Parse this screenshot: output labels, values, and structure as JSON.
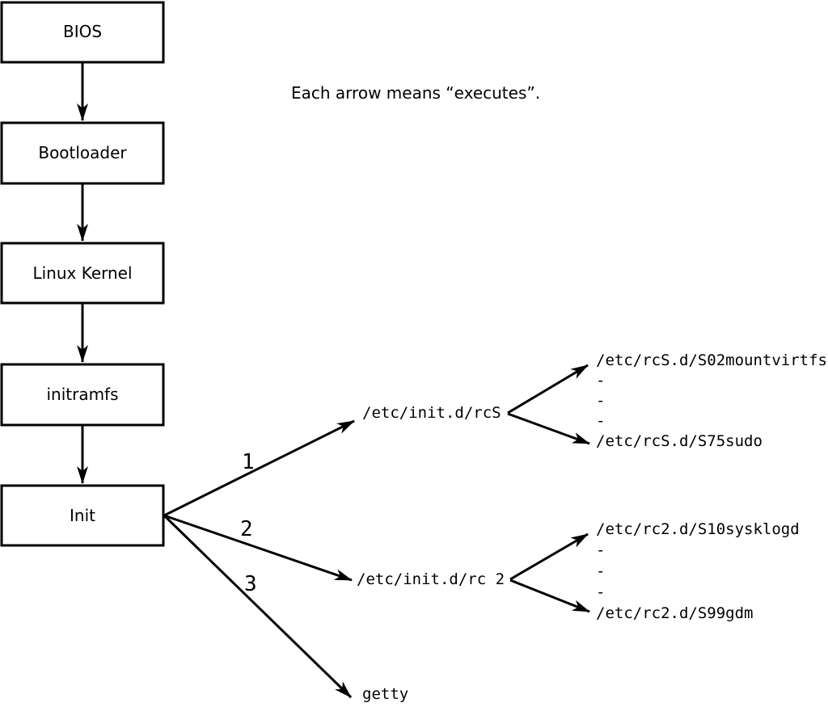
{
  "diagram": {
    "note": "Each arrow means “executes”.",
    "boxes": [
      {
        "label": "BIOS"
      },
      {
        "label": "Bootloader"
      },
      {
        "label": "Linux Kernel"
      },
      {
        "label": "initramfs"
      },
      {
        "label": "Init"
      }
    ],
    "branches": [
      {
        "number": "1",
        "target": "/etc/init.d/rcS",
        "children": [
          "/etc/rcS.d/S02mountvirtfs",
          "-",
          "-",
          "-",
          "/etc/rcS.d/S75sudo"
        ]
      },
      {
        "number": "2",
        "target": "/etc/init.d/rc 2",
        "children": [
          "/etc/rc2.d/S10sysklogd",
          "-",
          "-",
          "-",
          "/etc/rc2.d/S99gdm"
        ]
      },
      {
        "number": "3",
        "target": "getty"
      }
    ],
    "colors": {
      "line": "#000000",
      "background": "#ffffff"
    }
  }
}
